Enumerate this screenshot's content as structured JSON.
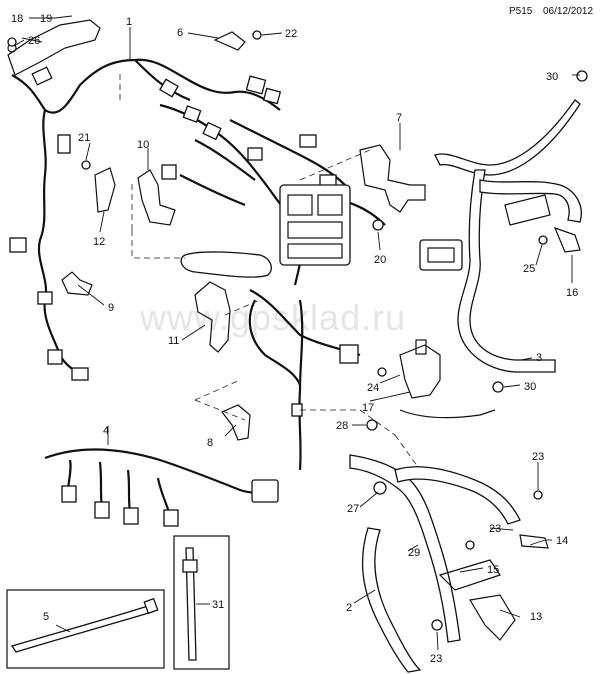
{
  "header": {
    "page_code": "P515",
    "date": "06/12/2012"
  },
  "watermark": "www.gpsklad.ru",
  "callouts": {
    "c1": "1",
    "c2": "2",
    "c3": "3",
    "c4": "4",
    "c5": "5",
    "c6": "6",
    "c7": "7",
    "c8": "8",
    "c9": "9",
    "c10": "10",
    "c11": "11",
    "c12": "12",
    "c13": "13",
    "c14": "14",
    "c15": "15",
    "c16": "16",
    "c17": "17",
    "c18": "18",
    "c19": "19",
    "c20": "20",
    "c21": "21",
    "c22": "22",
    "c23a": "23",
    "c23b": "23",
    "c23c": "23",
    "c24": "24",
    "c25": "25",
    "c26": "26",
    "c27": "27",
    "c28": "28",
    "c29": "29",
    "c30a": "30",
    "c30b": "30",
    "c31": "31"
  }
}
